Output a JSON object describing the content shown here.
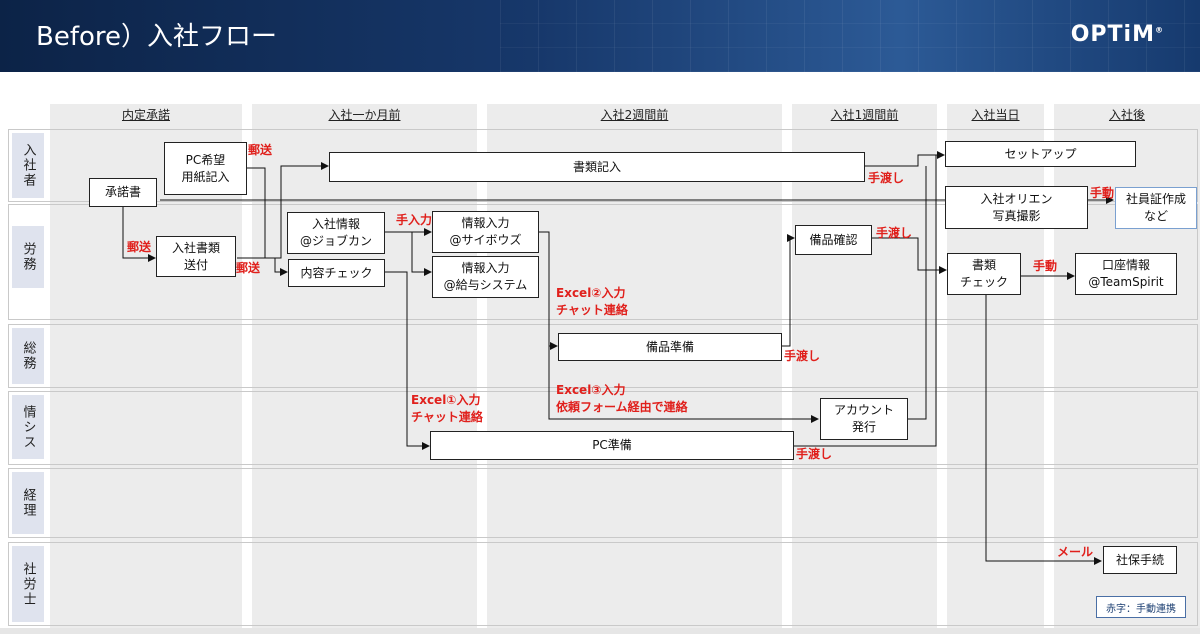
{
  "header": {
    "title": "Before）入社フロー",
    "logo": "OPTiM",
    "logo_mark": "®"
  },
  "columns": [
    "内定承諾",
    "入社一か月前",
    "入社2週間前",
    "入社1週間前",
    "入社当日",
    "入社後"
  ],
  "lanes": [
    "入社者",
    "労務",
    "総務",
    "情シス",
    "経理",
    "社労士"
  ],
  "boxes": {
    "acceptance": "承諾書",
    "pc_form": "PC希望\n用紙記入",
    "docs_fill": "書類記入",
    "onboard_docs": "入社書類\n送付",
    "info_jobcan": "入社情報\n@ジョブカン",
    "content_check": "内容チェック",
    "info_cybozu": "情報入力\n@サイボウズ",
    "info_payroll": "情報入力\n@給与システム",
    "equip_confirm": "備品確認",
    "equip_prep": "備品準備",
    "account_issue": "アカウント\n発行",
    "pc_prep": "PC準備",
    "setup": "セットアップ",
    "orientation": "入社オリエン\n写真撮影",
    "id_card": "社員証作成\nなど",
    "doc_check": "書類\nチェック",
    "bank_info": "口座情報\n@TeamSpirit",
    "social_insurance": "社保手続"
  },
  "notes": {
    "mail1": "郵送",
    "mail2": "郵送",
    "mail3": "郵送",
    "manual_input": "手入力",
    "handover1": "手渡し",
    "handover2": "手渡し",
    "handover3": "手渡し",
    "handover4": "手渡し",
    "manual1": "手動",
    "manual2": "手動",
    "email": "メール",
    "excel1": "Excel①入力\nチャット連絡",
    "excel2": "Excel②入力\nチャット連絡",
    "excel3": "Excel③入力\n依頼フォーム経由で連絡"
  },
  "legend": "赤字：手動連携",
  "colors": {
    "header": "#17386b",
    "accent_red": "#e0201c",
    "lane_label_bg": "#dfe3ee",
    "column_bg": "#ececec"
  }
}
